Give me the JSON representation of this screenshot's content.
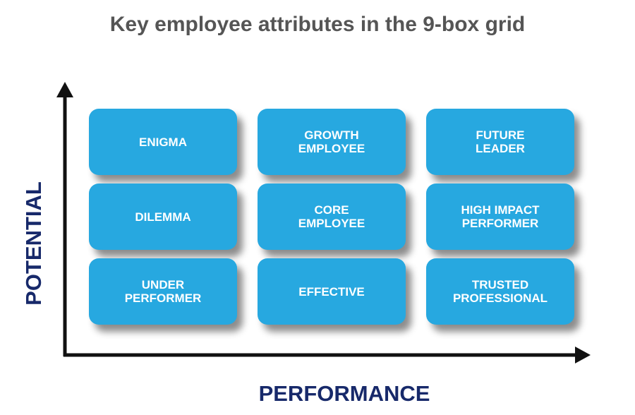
{
  "title": "Key employee attributes in the 9-box grid",
  "y_axis_label": "POTENTIAL",
  "x_axis_label": "PERFORMANCE",
  "box_color": "#27a8e0",
  "axis_label_color": "#17296a",
  "grid": [
    [
      "ENIGMA",
      "GROWTH\nEMPLOYEE",
      "FUTURE\nLEADER"
    ],
    [
      "DILEMMA",
      "CORE\nEMPLOYEE",
      "HIGH IMPACT\nPERFORMER"
    ],
    [
      "UNDER\nPERFORMER",
      "EFFECTIVE",
      "TRUSTED\nPROFESSIONAL"
    ]
  ]
}
